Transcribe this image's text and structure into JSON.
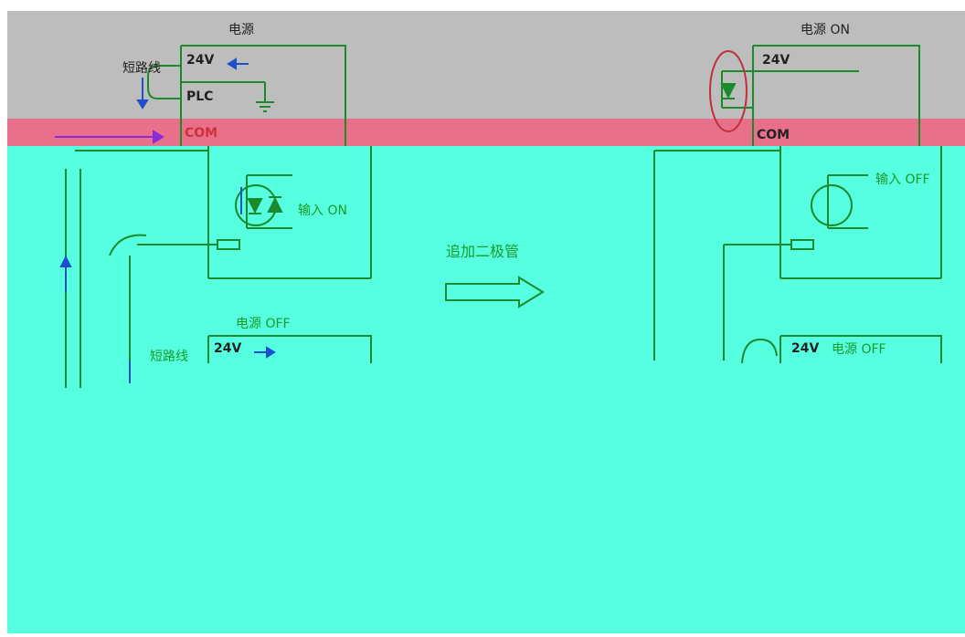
{
  "colors": {
    "wire": "#1a8a2a",
    "diode": "#1a8a2a",
    "arrow_blue": "#1f4fc8",
    "arrow_purple": "#8a2bd8",
    "circle_red": "#c0303a",
    "band_gray": "#bcbcbc",
    "band_pink": "#e8708a",
    "band_cyan": "#56ffe0"
  },
  "diagram": {
    "top_left": {
      "power_label": "电源",
      "voltage_label": "24V",
      "short_wire_label": "短路线",
      "plc_label": "PLC",
      "com_label": "COM",
      "input_status": "输入 ON"
    },
    "bottom_left": {
      "power_label": "电源 OFF",
      "voltage_label": "24V",
      "short_wire_label": "短路线"
    },
    "middle": {
      "action_label": "追加二极管"
    },
    "top_right": {
      "power_label": "电源 ON",
      "voltage_label": "24V",
      "com_label": "COM",
      "input_status": "输入 OFF"
    },
    "bottom_right": {
      "voltage_label": "24V",
      "power_label": "电源 OFF"
    }
  }
}
